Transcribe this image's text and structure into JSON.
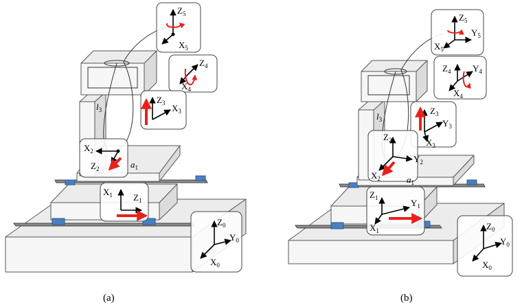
{
  "panels": [
    {
      "caption": "(a)",
      "frames": [
        {
          "axes": [
            {
              "label": "Z",
              "sub": "5"
            },
            {
              "label": "X",
              "sub": "5"
            }
          ]
        },
        {
          "axes": [
            {
              "label": "Z",
              "sub": "4"
            },
            {
              "label": "X",
              "sub": "4"
            }
          ]
        },
        {
          "axes": [
            {
              "label": "Z",
              "sub": "3"
            },
            {
              "label": "X",
              "sub": "3"
            }
          ]
        },
        {
          "axes": [
            {
              "label": "X",
              "sub": "2"
            },
            {
              "label": "Z",
              "sub": "2"
            }
          ]
        },
        {
          "axes": [
            {
              "label": "X",
              "sub": "1"
            },
            {
              "label": "Z",
              "sub": "1"
            }
          ]
        },
        {
          "axes": [
            {
              "label": "Z",
              "sub": "0"
            },
            {
              "label": "Y",
              "sub": "0"
            },
            {
              "label": "X",
              "sub": "0"
            }
          ]
        }
      ],
      "link_labels": [
        {
          "label": "l",
          "sub": "3"
        },
        {
          "label": "a",
          "sub": "1"
        }
      ]
    },
    {
      "caption": "(b)",
      "frames": [
        {
          "axes": [
            {
              "label": "Z",
              "sub": "5"
            },
            {
              "label": "X",
              "sub": "5"
            },
            {
              "label": "Y",
              "sub": "5"
            }
          ]
        },
        {
          "axes": [
            {
              "label": "Z",
              "sub": "4"
            },
            {
              "label": "Y",
              "sub": "4"
            },
            {
              "label": "X",
              "sub": "4"
            }
          ]
        },
        {
          "axes": [
            {
              "label": "Z",
              "sub": "3"
            },
            {
              "label": "Y",
              "sub": "3"
            },
            {
              "label": "X",
              "sub": "3"
            }
          ]
        },
        {
          "axes": [
            {
              "label": "Z",
              "sub": "2"
            },
            {
              "label": "Y",
              "sub": "2"
            },
            {
              "label": "X",
              "sub": "2"
            }
          ]
        },
        {
          "axes": [
            {
              "label": "Z",
              "sub": "1"
            },
            {
              "label": "Y",
              "sub": "1"
            },
            {
              "label": "X",
              "sub": "1"
            }
          ]
        },
        {
          "axes": [
            {
              "label": "Z",
              "sub": "0"
            },
            {
              "label": "Y",
              "sub": "0"
            },
            {
              "label": "X",
              "sub": "0"
            }
          ]
        }
      ],
      "link_labels": [
        {
          "label": "l",
          "sub": "3"
        },
        {
          "label": "a",
          "sub": "1"
        }
      ]
    }
  ],
  "colors": {
    "machine_face": "#f5f5f5",
    "machine_top": "#e9e9e9",
    "rail": "#8a8a8a",
    "bearing_block": "#4a7fc1",
    "motion_arrow": "#e8201c",
    "axis": "#000000"
  },
  "icons": [
    "rotation-arrow-icon",
    "translation-arrow-icon"
  ]
}
